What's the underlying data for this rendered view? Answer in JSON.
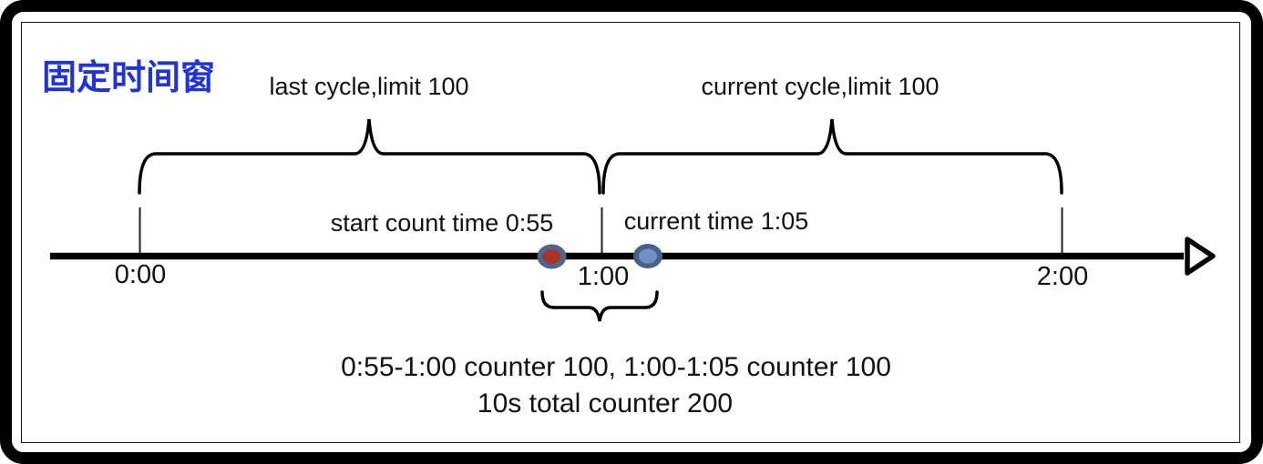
{
  "diagram": {
    "title": "固定时间窗",
    "title_color": "#1e33d9",
    "cycles": {
      "last_label": "last cycle,limit 100",
      "current_label": "current cycle,limit 100"
    },
    "timeline": {
      "ticks": [
        "0:00",
        "1:00",
        "2:00"
      ],
      "start_count_label": "start count time 0:55",
      "current_time_label": "current time 1:05"
    },
    "markers": {
      "start": {
        "time": "0:55",
        "fill": "#a83523",
        "ring": "#4e6590"
      },
      "current": {
        "time": "1:05",
        "fill": "#7291c2",
        "ring": "#47618e"
      }
    },
    "notes": {
      "line1": "0:55-1:00 counter 100, 1:00-1:05 counter 100",
      "line2": "10s total counter 200"
    }
  }
}
